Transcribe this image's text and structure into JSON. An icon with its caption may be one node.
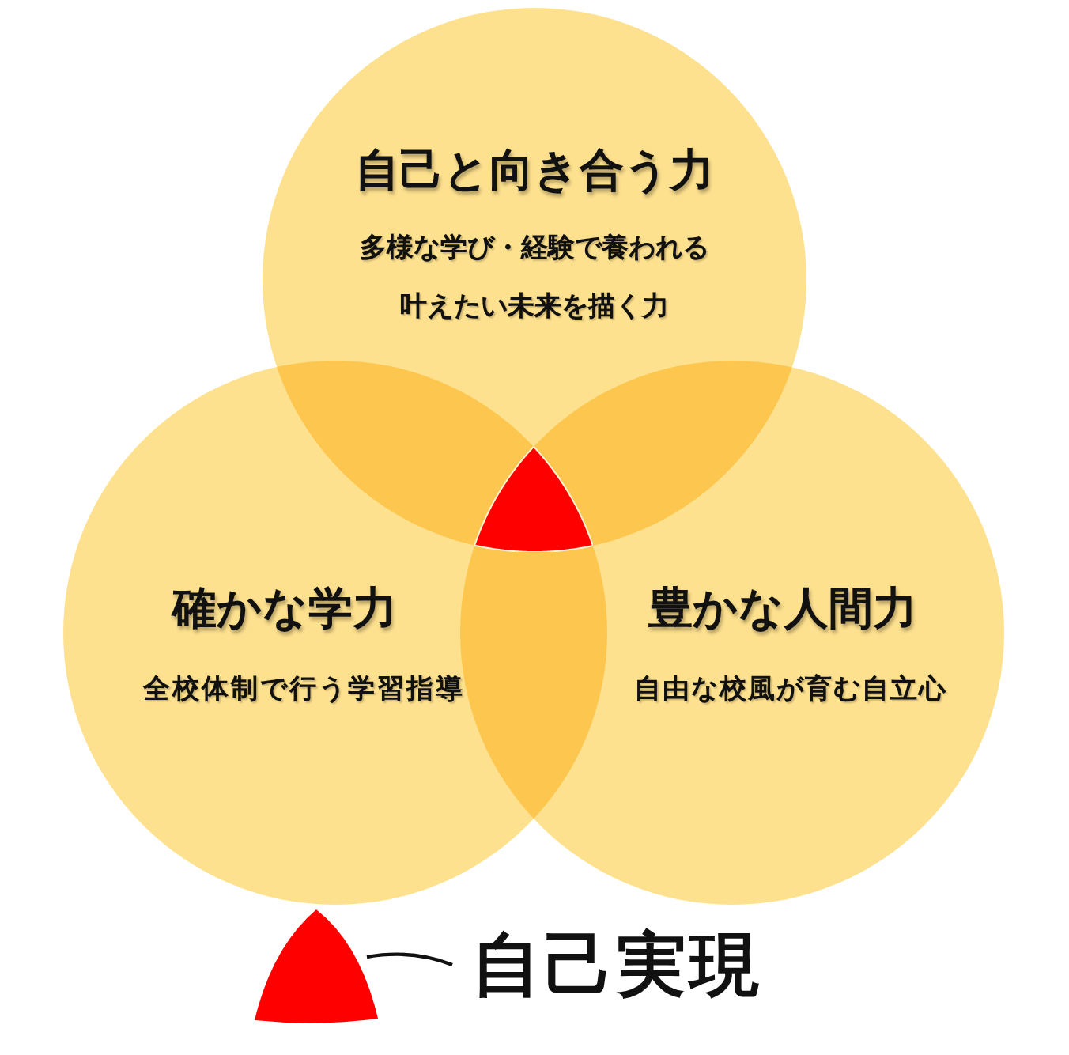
{
  "diagram": {
    "nodes": [
      {
        "text": [
          "自己と向き合う力",
          "多様な学び・経験で養われる叶えたい未来を描く力"
        ]
      },
      {
        "text": [
          "確かな学力",
          "全校体制で行う学習指導"
        ]
      },
      {
        "text": [
          "豊かな人間力",
          "自由な校風が育む自立心"
        ]
      },
      {
        "text": [],
        "shape": "triangle"
      }
    ],
    "legend": [
      {
        "text": "自己実現",
        "color": "#ff0000"
      }
    ]
  }
}
